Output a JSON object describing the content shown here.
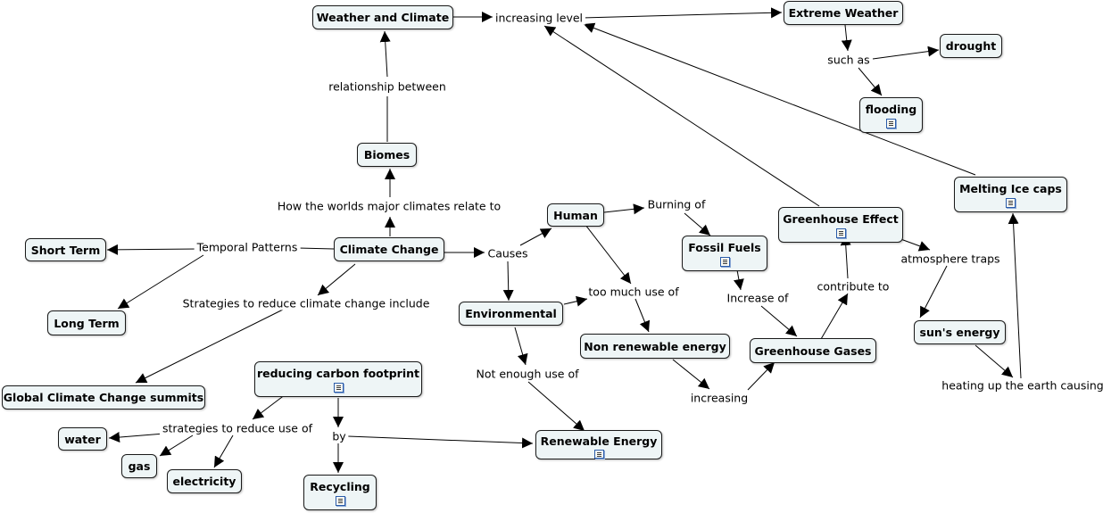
{
  "concepts": {
    "weather_climate": "Weather and Climate",
    "extreme_weather": "Extreme Weather",
    "drought": "drought",
    "flooding": "flooding",
    "biomes": "Biomes",
    "melting_ice": "Melting Ice caps",
    "greenhouse_effect": "Greenhouse Effect",
    "human": "Human",
    "short_term": "Short Term",
    "climate_change": "Climate Change",
    "fossil_fuels": "Fossil Fuels",
    "environmental": "Environmental",
    "long_term": "Long Term",
    "sun_energy": "sun's energy",
    "non_renewable": "Non renewable energy",
    "greenhouse_gases": "Greenhouse Gases",
    "reducing_carbon": "reducing carbon footprint",
    "global_summits": "Global Climate Change summits",
    "water": "water",
    "gas": "gas",
    "electricity": "electricity",
    "renewable": "Renewable Energy",
    "recycling": "Recycling"
  },
  "linking_phrases": {
    "increasing_level": "increasing level",
    "such_as": "such as",
    "relationship_between": "relationship between",
    "how_worlds": "How the worlds major climates relate to",
    "burning_of": "Burning of",
    "temporal": "Temporal Patterns",
    "causes": "Causes",
    "atmosphere_traps": "atmosphere traps",
    "too_much": "too much use of",
    "increase_of": "Increase of",
    "contribute_to": "contribute to",
    "strategies_include": "Strategies to reduce climate change include",
    "not_enough": "Not enough use of",
    "heating_up": "heating up the earth causing",
    "increasing": "increasing",
    "strategies_use": "strategies to reduce use of",
    "by": "by"
  },
  "resource_icons": [
    "flooding",
    "melting_ice",
    "greenhouse_effect",
    "fossil_fuels",
    "reducing_carbon",
    "renewable",
    "recycling"
  ]
}
